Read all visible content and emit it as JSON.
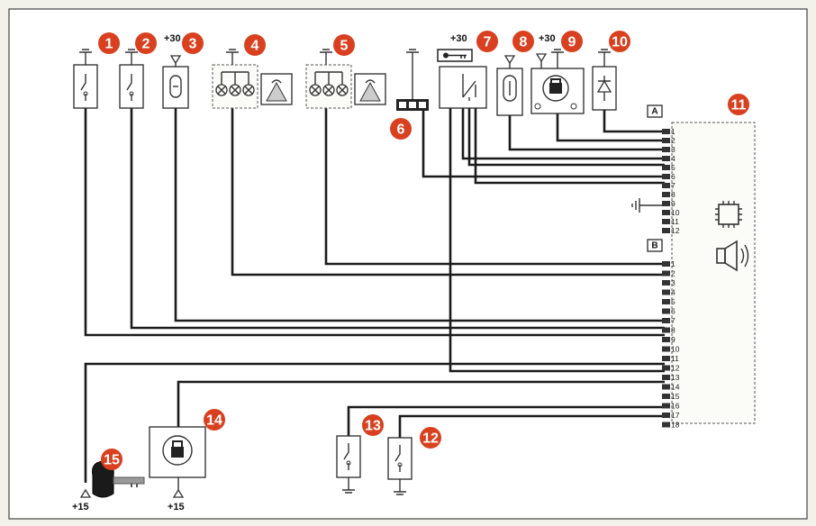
{
  "callouts": [
    "1",
    "2",
    "3",
    "4",
    "5",
    "6",
    "7",
    "8",
    "9",
    "10",
    "11",
    "12",
    "13",
    "14",
    "15"
  ],
  "supply_labels": {
    "plus30_3": "+30",
    "plus30_7": "+30",
    "plus30_9": "+30",
    "plus15_15": "+15",
    "plus15_14": "+15"
  },
  "connectors": {
    "a": {
      "label": "A",
      "pins": [
        "1",
        "2",
        "3",
        "4",
        "5",
        "6",
        "7",
        "8",
        "9",
        "10",
        "11",
        "12"
      ]
    },
    "b": {
      "label": "B",
      "pins": [
        "1",
        "2",
        "3",
        "4",
        "5",
        "6",
        "7",
        "8",
        "9",
        "10",
        "11",
        "12",
        "13",
        "14",
        "15",
        "16",
        "17",
        "18"
      ]
    }
  },
  "icons": [
    "ground-icon",
    "switch-icon",
    "bulb-icon",
    "lamp-icon",
    "relay-icon",
    "key-icon",
    "shock-sensor-icon",
    "door-lock-icon",
    "siren-icon",
    "microchip-icon",
    "speaker-icon"
  ],
  "colors": {
    "callout": "#d8401f",
    "wire": "#1b1b1b",
    "background": "#f2f1ea"
  }
}
